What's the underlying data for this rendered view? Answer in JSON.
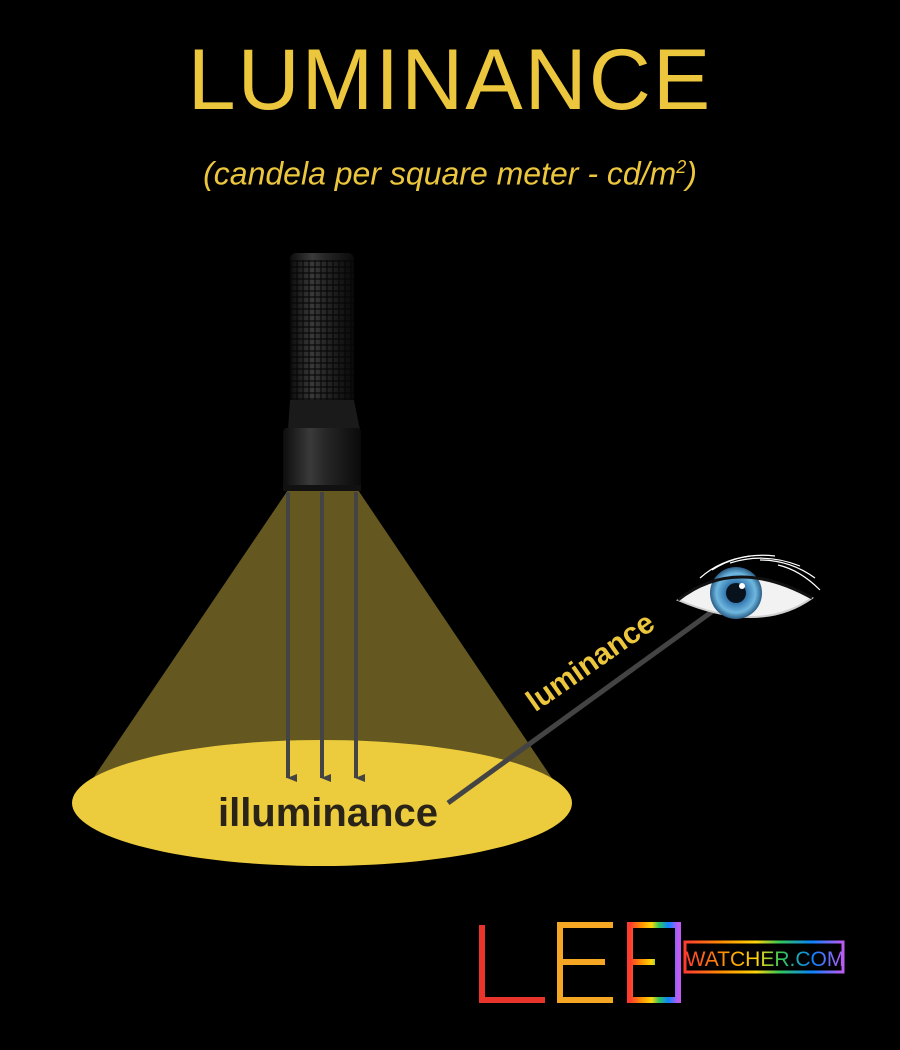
{
  "title": "LUMINANCE",
  "subtitle": {
    "text": "(candela per square meter - cd/m",
    "superscript": "2",
    "close": ")"
  },
  "labels": {
    "illuminance": "illuminance",
    "luminance": "luminance"
  },
  "logo": {
    "letters": "LED",
    "suffix": "WATCHER.COM"
  },
  "colors": {
    "background": "#000000",
    "accent_yellow": "#ecc63d",
    "beam": "#64571f",
    "spot": "#eccc3d",
    "arrow": "#444444",
    "iris": "#5aa8d6"
  },
  "icons": [
    "flashlight-icon",
    "eye-icon"
  ]
}
